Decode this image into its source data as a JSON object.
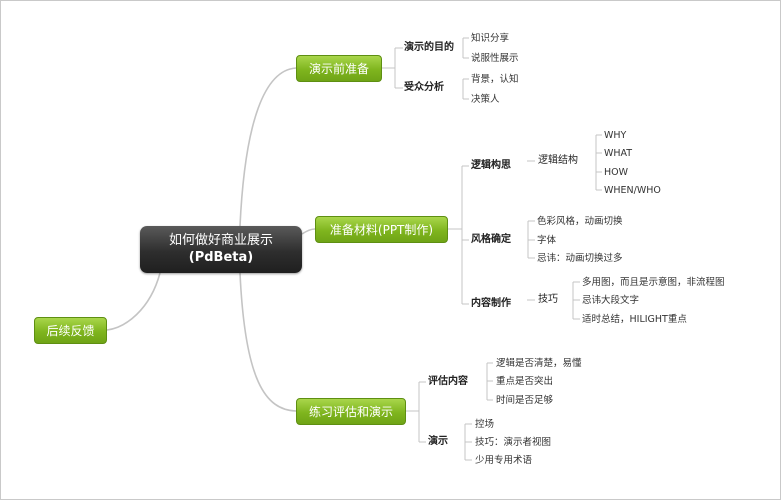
{
  "root": {
    "line1": "如何做好商业展示",
    "line2": "(PdBeta)"
  },
  "branches": [
    {
      "label": "演示前准备",
      "children": [
        {
          "label": "演示的目的",
          "children": [
            "知识分享",
            "说服性展示"
          ]
        },
        {
          "label": "受众分析",
          "children": [
            "背景，认知",
            "决策人"
          ]
        }
      ]
    },
    {
      "label": "准备材料(PPT制作)",
      "children": [
        {
          "label": "逻辑构思",
          "children": [
            {
              "label": "逻辑结构",
              "children": [
                "WHY",
                "WHAT",
                "HOW",
                "WHEN/WHO"
              ]
            }
          ]
        },
        {
          "label": "风格确定",
          "children": [
            "色彩风格，动画切换",
            "字体",
            "忌讳：动画切换过多"
          ]
        },
        {
          "label": "内容制作",
          "children": [
            {
              "label": "技巧",
              "children": [
                "多用图，而且是示意图，非流程图",
                "忌讳大段文字",
                "适时总结，HILIGHT重点"
              ]
            }
          ]
        }
      ]
    },
    {
      "label": "练习评估和演示",
      "children": [
        {
          "label": "评估内容",
          "children": [
            "逻辑是否清楚，易懂",
            "重点是否突出",
            "时间是否足够"
          ]
        },
        {
          "label": "演示",
          "children": [
            "控场",
            "技巧：演示者视图",
            "少用专用术语"
          ]
        }
      ]
    },
    {
      "label": "后续反馈",
      "children": []
    }
  ],
  "colors": {
    "branch_fill": "#7fb51e",
    "root_fill": "#2e2e2e",
    "connector": "#c8c8c8"
  }
}
